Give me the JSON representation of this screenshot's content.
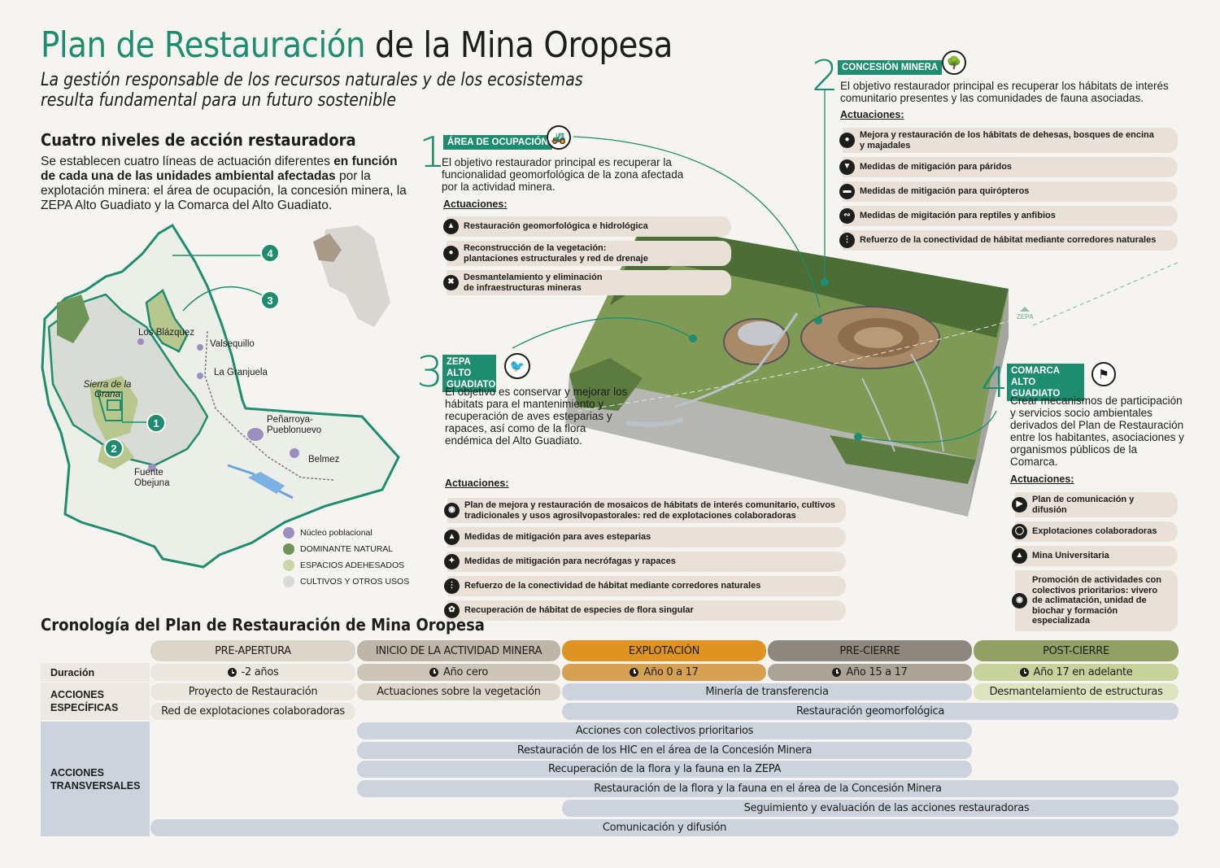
{
  "header": {
    "title_green": "Plan de Restauración",
    "title_black": "de la Mina Oropesa",
    "subtitle_line1": "La gestión responsable de los recursos naturales y de los ecosistemas",
    "subtitle_line2": "resulta fundamental para un futuro sostenible"
  },
  "intro": {
    "heading": "Cuatro niveles de acción restauradora",
    "text_a": "Se establecen cuatro líneas de actuación diferentes ",
    "text_bold": "en función de cada una de las unidades ambiental afectadas",
    "text_b": " por la explotación minera: el área de ocupación, la concesión minera, la ZEPA Alto Guadiato y la Comarca del Alto Guadiato."
  },
  "map": {
    "towns": [
      "Los Blázquez",
      "Valsequillo",
      "La Granjuela",
      "Sierra de la Grana",
      "Peñarroya-Pueblonuevo",
      "Belmez",
      "Fuente Obejuna"
    ],
    "badges": [
      "1",
      "2",
      "3",
      "4"
    ],
    "legend": [
      {
        "label": "Núcleo poblacional",
        "color": "#9b8fc0"
      },
      {
        "label": "DOMINANTE NATURAL",
        "color": "#6f9457"
      },
      {
        "label": "ESPACIOS ADEHESADOS",
        "color": "#c9d6a6"
      },
      {
        "label": "CULTIVOS Y OTROS USOS",
        "color": "#d9d9d9"
      }
    ]
  },
  "terrain": {
    "zepa_label": "ZEPA"
  },
  "sections": [
    {
      "number": "1",
      "tag": "ÁREA DE OCUPACIÓN",
      "icon": "dump-truck-icon",
      "description": "El objetivo restaurador principal es recuperar la funcionalidad geomorfológica de la zona afectada por la actividad minera.",
      "actions_heading": "Actuaciones:",
      "actions": [
        {
          "icon": "terrain-icon",
          "label": "Restauración geomorfológica e hidrológica"
        },
        {
          "icon": "tree-icon",
          "label": "Reconstrucción de la vegetación: plantaciones estructurales y red de drenaje"
        },
        {
          "icon": "tools-icon",
          "label": "Desmantelamiento y eliminación de infraestructuras mineras"
        }
      ]
    },
    {
      "number": "2",
      "tag": "CONCESIÓN MINERA",
      "icon": "forest-icon",
      "description": "El objetivo restaurador principal es recuperar los hábitats de interés comunitario presentes y las comunidades de fauna asociadas.",
      "actions_heading": "Actuaciones:",
      "actions": [
        {
          "icon": "oak-tree-icon",
          "label": "Mejora y restauración de los hábitats de dehesas, bosques de encina y majadales"
        },
        {
          "icon": "bird-icon",
          "label": "Medidas de mitigación para páridos"
        },
        {
          "icon": "bat-icon",
          "label": "Medidas de mitigación para quirópteros"
        },
        {
          "icon": "lizard-icon",
          "label": "Medidas de migitación para reptiles y anfibios"
        },
        {
          "icon": "share-icon",
          "label": "Refuerzo de la conectividad de hábitat mediante corredores naturales"
        }
      ]
    },
    {
      "number": "3",
      "tag": "ZEPA ALTO GUADIATO",
      "icon": "bird-icon",
      "description": "El objetivo es conservar y mejorar los hábitats para el mantenimiento y recuperación de aves esteparias y rapaces, así como de la flora endémica del Alto Guadiato.",
      "actions_heading": "Actuaciones:",
      "actions": [
        {
          "icon": "tractor-icon",
          "label": "Plan de mejora y restauración de mosaicos de hábitats de interés comunitario, cultivos tradicionales y usos agrosilvopastorales: red de explotaciones colaboradoras"
        },
        {
          "icon": "bustard-icon",
          "label": "Medidas de mitigación para aves esteparias"
        },
        {
          "icon": "raptor-icon",
          "label": "Medidas de mitigación para necrófagas y rapaces"
        },
        {
          "icon": "share-icon",
          "label": "Refuerzo de la conectividad de hábitat mediante corredores naturales"
        },
        {
          "icon": "flower-icon",
          "label": "Recuperación de hábitat de especies de flora singular"
        }
      ]
    },
    {
      "number": "4",
      "tag": "COMARCA ALTO GUADIATO",
      "icon": "region-map-icon",
      "description": "Crear mecanismos de participación y servicios socio ambientales derivados del Plan de Restauración entre los habitantes, asociaciones y organismos públicos de la Comarca.",
      "actions_heading": "Actuaciones:",
      "actions": [
        {
          "icon": "megaphone-icon",
          "label": "Plan de comunicación y difusión"
        },
        {
          "icon": "handshake-icon",
          "label": "Explotaciones colaboradoras"
        },
        {
          "icon": "graduation-cap-icon",
          "label": "Mina Universitaria"
        },
        {
          "icon": "people-icon",
          "label": "Promoción de actividades con colectivos prioritarios: vivero de aclimatación, unidad de biochar y formación especializada"
        }
      ]
    }
  ],
  "timeline": {
    "title": "Cronología del Plan de Restauración de Mina Oropesa",
    "row_labels": {
      "duration": "Duración",
      "specific": "ACCIONES ESPECÍFICAS",
      "transversal": "ACCIONES TRANSVERSALES"
    },
    "phases": [
      {
        "label": "PRE-APERTURA",
        "duration": "-2 años",
        "color": "#dcd5ca",
        "dur_color": "#ebe6de"
      },
      {
        "label": "INICIO DE LA ACTIVIDAD MINERA",
        "duration": "Año cero",
        "color": "#bfb6a8",
        "dur_color": "#cdc5b8"
      },
      {
        "label": "EXPLOTACIÓN",
        "duration": "Año 0 a 17",
        "color": "#df9422",
        "dur_color": "#d7a153"
      },
      {
        "label": "PRE-CIERRE",
        "duration": "Año 15 a 17",
        "color": "#8e877d",
        "dur_color": "#aca397"
      },
      {
        "label": "POST-CIERRE",
        "duration": "Año 17 en adelante",
        "color": "#93a065",
        "dur_color": "#c8d29c"
      }
    ],
    "specific_actions": [
      {
        "label": "Proyecto de Restauración",
        "start": 0,
        "end": 1
      },
      {
        "label": "Actuaciones sobre la vegetación",
        "start": 1,
        "end": 2
      },
      {
        "label": "Minería de transferencia",
        "start": 2,
        "end": 4
      },
      {
        "label": "Desmantelamiento de estructuras",
        "start": 4,
        "end": 5
      },
      {
        "label": "Red de explotaciones colaboradoras",
        "start": 0,
        "end": 1
      },
      {
        "label": "Restauración geomorfológica",
        "start": 2,
        "end": 5
      }
    ],
    "transversal_actions": [
      {
        "label": "Acciones con colectivos prioritarios",
        "start": 1,
        "end": 4
      },
      {
        "label": "Restauración de los HIC en el área de la Concesión Minera",
        "start": 1,
        "end": 4
      },
      {
        "label": "Recuperación de la flora y la fauna en la ZEPA",
        "start": 1,
        "end": 4
      },
      {
        "label": "Restauración de la flora y la fauna en el área de la Concesión Minera",
        "start": 1,
        "end": 5
      },
      {
        "label": "Seguimiento y evaluación de las acciones restauradoras",
        "start": 2,
        "end": 5
      },
      {
        "label": "Comunicación y difusión",
        "start": 0,
        "end": 5
      }
    ]
  }
}
